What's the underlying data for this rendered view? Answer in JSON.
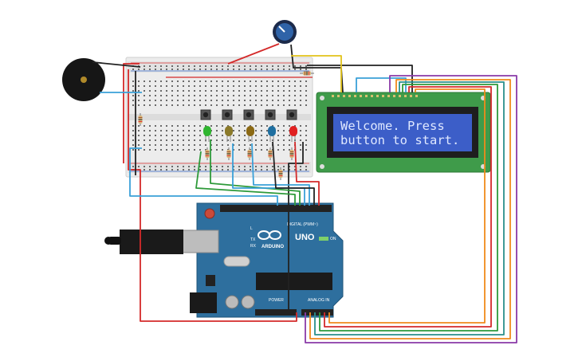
{
  "lcd": {
    "line1": "Welcome. Press",
    "line2": "button to start."
  },
  "arduino": {
    "brand": "ARDUINO",
    "model": "UNO",
    "digital_label": "DIGITAL (PWM~)",
    "analog_label": "ANALOG IN",
    "power_label": "POWER",
    "on_label": "ON",
    "tx_label": "TX",
    "rx_label": "RX",
    "l_label": "L"
  },
  "led_colors": [
    "#2fb52f",
    "#8b7a2a",
    "#8b6914",
    "#1f6fa0",
    "#e02020"
  ],
  "wire_colors": {
    "red": "#d42a2a",
    "black": "#222222",
    "blue": "#3aa0d8",
    "green": "#2e9a3a",
    "yellow": "#e2c21a",
    "orange": "#f08a1c",
    "purple": "#8a3aa8",
    "teal": "#2a8f8a"
  },
  "components": {
    "buzzer": "buzzer-icon",
    "potentiometer": "potentiometer-icon",
    "usb": "usb-plug-icon"
  }
}
